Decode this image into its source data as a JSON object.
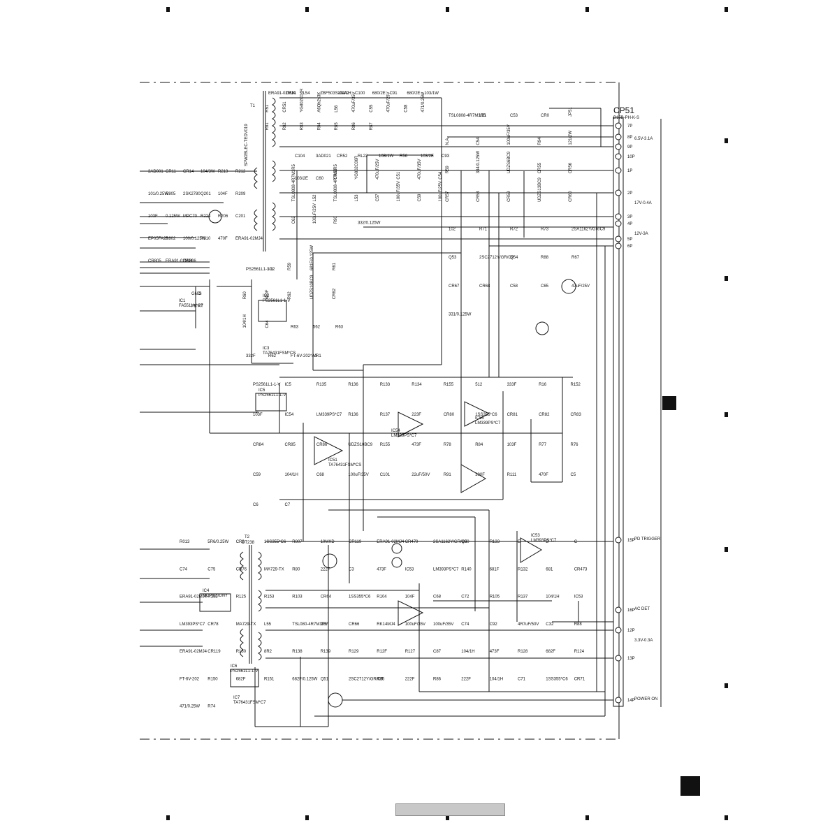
{
  "connector": {
    "ref": "CP51",
    "part": "B15B-PH-K-S",
    "pins": [
      {
        "pin": "7P",
        "label": "6.5V-3.1A"
      },
      {
        "pin": "8P",
        "label": ""
      },
      {
        "pin": "9P",
        "label": ""
      },
      {
        "pin": "10P",
        "label": ""
      },
      {
        "pin": "1P",
        "label": ""
      },
      {
        "pin": "2P",
        "label": "17V-0.4A"
      },
      {
        "pin": "3P",
        "label": ""
      },
      {
        "pin": "4P",
        "label": "12V-3A"
      },
      {
        "pin": "5P",
        "label": ""
      },
      {
        "pin": "6P",
        "label": ""
      },
      {
        "pin": "15P",
        "label": "PD TRIGGER"
      },
      {
        "pin": "16P",
        "label": "AC DET"
      },
      {
        "pin": "12P",
        "label": "3.3V-0.3A"
      },
      {
        "pin": "13P",
        "label": ""
      },
      {
        "pin": "14P",
        "label": "POWER ON"
      }
    ]
  },
  "transformers": {
    "t1": {
      "ref": "T1",
      "part": "SPW2BLEC-TEDV019"
    },
    "t2": {
      "ref": "T2",
      "part": "DT238"
    }
  },
  "ics": [
    {
      "ref": "IC1",
      "part": "FA5511N*C7"
    },
    {
      "ref": "IC2",
      "part": "PS2561L1-1-V"
    },
    {
      "ref": "IC3",
      "part": "TA76431FSM*CS"
    },
    {
      "ref": "IC4",
      "part": "MCP820DNY"
    },
    {
      "ref": "IC5",
      "part": "PS2561L1-1-V"
    },
    {
      "ref": "IC51",
      "part": "TA76431FSM*CS"
    },
    {
      "ref": "IC53",
      "part": "LM393PS*C7"
    },
    {
      "ref": "IC54",
      "part": "LM339PS*C7"
    },
    {
      "ref": "IC55",
      "part": "LM339PS*C7"
    },
    {
      "ref": "IC6",
      "part": "PS2561L1-1-V"
    },
    {
      "ref": "IC7",
      "part": "TA76431FSM*C7"
    }
  ],
  "components": {
    "top_left": [
      "ERA91-02MJ4",
      "CR81",
      "L54",
      "ZBF503S-01A2",
      "104/1H",
      "C100",
      "680/2E",
      "C91",
      "680/2E",
      "103/1W",
      "R51",
      "CR51",
      "YG802C04R",
      "A6Qh2s3K",
      "L56",
      "470uF/35V",
      "C55",
      "470uF/25V",
      "C58",
      "471/0.25W",
      "R81",
      "R82",
      "R83",
      "R84",
      "R85",
      "R86",
      "R87"
    ],
    "mid_left": [
      "3AD001",
      "CR11",
      "CR14",
      "104/3W",
      "R219",
      "R212",
      "101/0.25W",
      "R805",
      "2SK2780",
      "Q201",
      "104F",
      "R209",
      "103F",
      "0.125W",
      "MPC70",
      "R224",
      "R206",
      "C201",
      "EP05FA20",
      "R802",
      "100/0.125W",
      "R810",
      "470F",
      "ERA91-02MJ4",
      "CR805",
      "ERA91-02MJ4",
      "CR806"
    ],
    "ic1_pins": [
      "GND",
      "IS",
      "FB",
      "RT"
    ],
    "feedback": [
      "PS2561L1-1-V",
      "IC2",
      "R59",
      "681F/0.125W",
      "R61",
      "R60",
      "680F",
      "R62",
      "UDZS10BC9",
      "CR62",
      "104/1H",
      "C64",
      "R63",
      "562",
      "R63",
      "332F",
      "R62",
      "FT-6V-202*A1",
      "VR1"
    ],
    "secondary": [
      "C104",
      "3AD021",
      "CR52",
      "RL22",
      "10B/1W",
      "R56",
      "103/2E",
      "C93",
      "103/2E",
      "C60",
      "CR53",
      "YG802C06R",
      "470uF/25V",
      "C51",
      "470uF/35V",
      "C54",
      "TSL0808-4R7M3R5",
      "L52",
      "TSL0808-4R7M3R5",
      "L53",
      "C57",
      "100uF/35V",
      "C59",
      "100uF/25V",
      "C62",
      "100uF/25V",
      "R90",
      "332/0.125W"
    ],
    "right_side": [
      "TSL0808-4R7M3R5",
      "L51",
      "C53",
      "CR0",
      "JP51",
      "N.A.",
      "C54",
      "100uF/35V",
      "R94",
      "121/2W",
      "R59",
      "334/0.125W",
      "UDZS6BC9",
      "CR55",
      "CR56",
      "CR57",
      "CR58",
      "CR59",
      "UDZS13BC9",
      "CR60",
      "102",
      "R71",
      "R72",
      "R73",
      "2SA1162Y/GR/C9",
      "Q53",
      "2SC2712Y/GR/C9",
      "Q54",
      "R88",
      "R67",
      "CR67",
      "CR68",
      "C58",
      "C65",
      "47uF/25V",
      "331/0.125W"
    ],
    "comparators": [
      "PS2561L1-1-V",
      "IC5",
      "R135",
      "R136",
      "R133",
      "R134",
      "R155",
      "512",
      "333F",
      "R16",
      "R152",
      "103F",
      "IC54",
      "LM339PS*C7",
      "R136",
      "R137",
      "223F",
      "CR80",
      "1SS355*C6",
      "CR81",
      "CR82",
      "CR83",
      "CR84",
      "CR85",
      "CR86",
      "UDZS10BC9",
      "R155",
      "473F",
      "R78",
      "R84",
      "103F",
      "R77",
      "R76",
      "C59",
      "104/1H",
      "C68",
      "100uF/35V",
      "C101",
      "22uF/50V",
      "R91",
      "390F",
      "R111",
      "470F",
      "C5",
      "C6",
      "C7"
    ],
    "lower": [
      "R013",
      "5R6/0.25W",
      "CR8",
      "1SS355*C6",
      "R807",
      "10MXD",
      "CR119",
      "ERA91-02MJ4",
      "CR470",
      "2SA1162Y/GR/C9",
      "Q50",
      "R133",
      "E",
      "B",
      "C",
      "C74",
      "C75",
      "CR76",
      "MA729-TX",
      "R80",
      "222F",
      "C3",
      "473F",
      "IC53",
      "LM393PS*C7",
      "R140",
      "681F",
      "R132",
      "681",
      "CR473",
      "ERA91-02MJ4",
      "R152",
      "R125",
      "R153",
      "R103",
      "CR64",
      "1SS355*C6",
      "R104",
      "104F",
      "C68",
      "C72",
      "R105",
      "R137",
      "104/1H",
      "IC53",
      "LM393PS*C7",
      "CR78",
      "MA729-TX",
      "L55",
      "TSL080-4R7M3R5",
      "C37",
      "CR66",
      "RK14MJ4",
      "100uF/35V",
      "100uF/35V",
      "C74",
      "C92",
      "4R7uF/50V",
      "C32",
      "R88",
      "ERA91-02MJ4",
      "CR119",
      "R130",
      "8R2",
      "R138",
      "R139",
      "R129",
      "R12F",
      "R127",
      "C87",
      "104/1H",
      "473F",
      "R128",
      "682F",
      "R124",
      "FT-6V-202",
      "R150",
      "682F",
      "R151",
      "682F/0.125W",
      "Q51",
      "2SC2712Y/GR/C9",
      "R85",
      "222F",
      "R86",
      "222F",
      "104/1H",
      "C71",
      "1SS355*C6",
      "CR71",
      "471/0.25W",
      "R74"
    ]
  }
}
